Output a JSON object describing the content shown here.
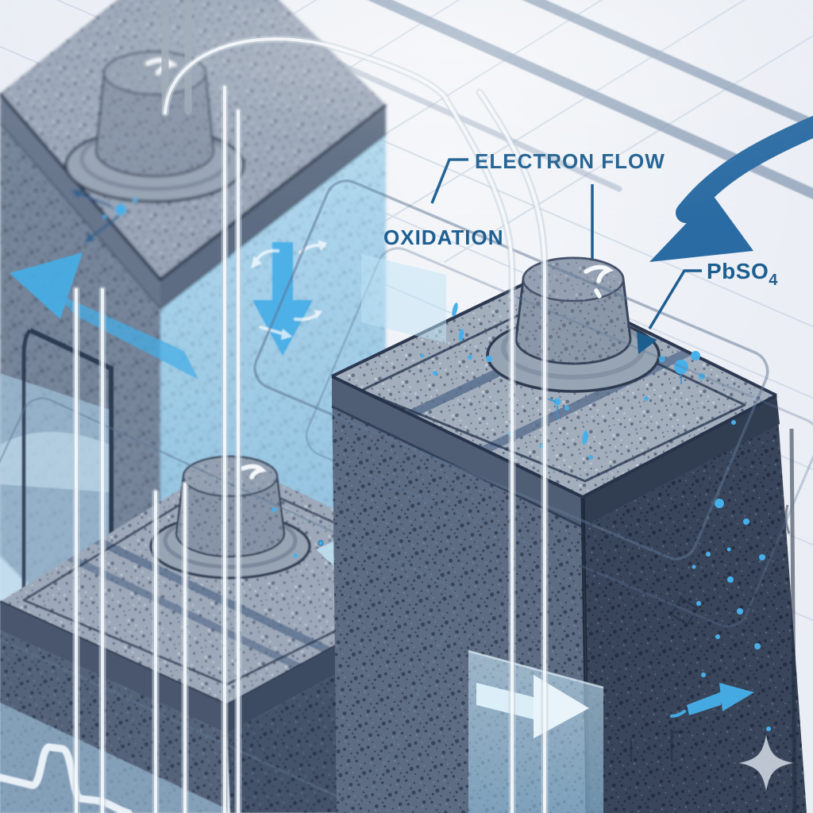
{
  "labels": {
    "electron_flow": "ELECTRON FLOW",
    "oxidation": "OXIDATION",
    "pbso4_base": "PbSO",
    "pbso4_sub": "4"
  },
  "colors": {
    "background": "#e9edf4",
    "label_text": "#1d5e90",
    "flow_arrow": "#2a6ba3",
    "droplet": "#47b0ea",
    "diffusion_arrow": "#45aee8",
    "glass_panel": "#bfe3f5",
    "sparkle": "#c3ccd7"
  }
}
